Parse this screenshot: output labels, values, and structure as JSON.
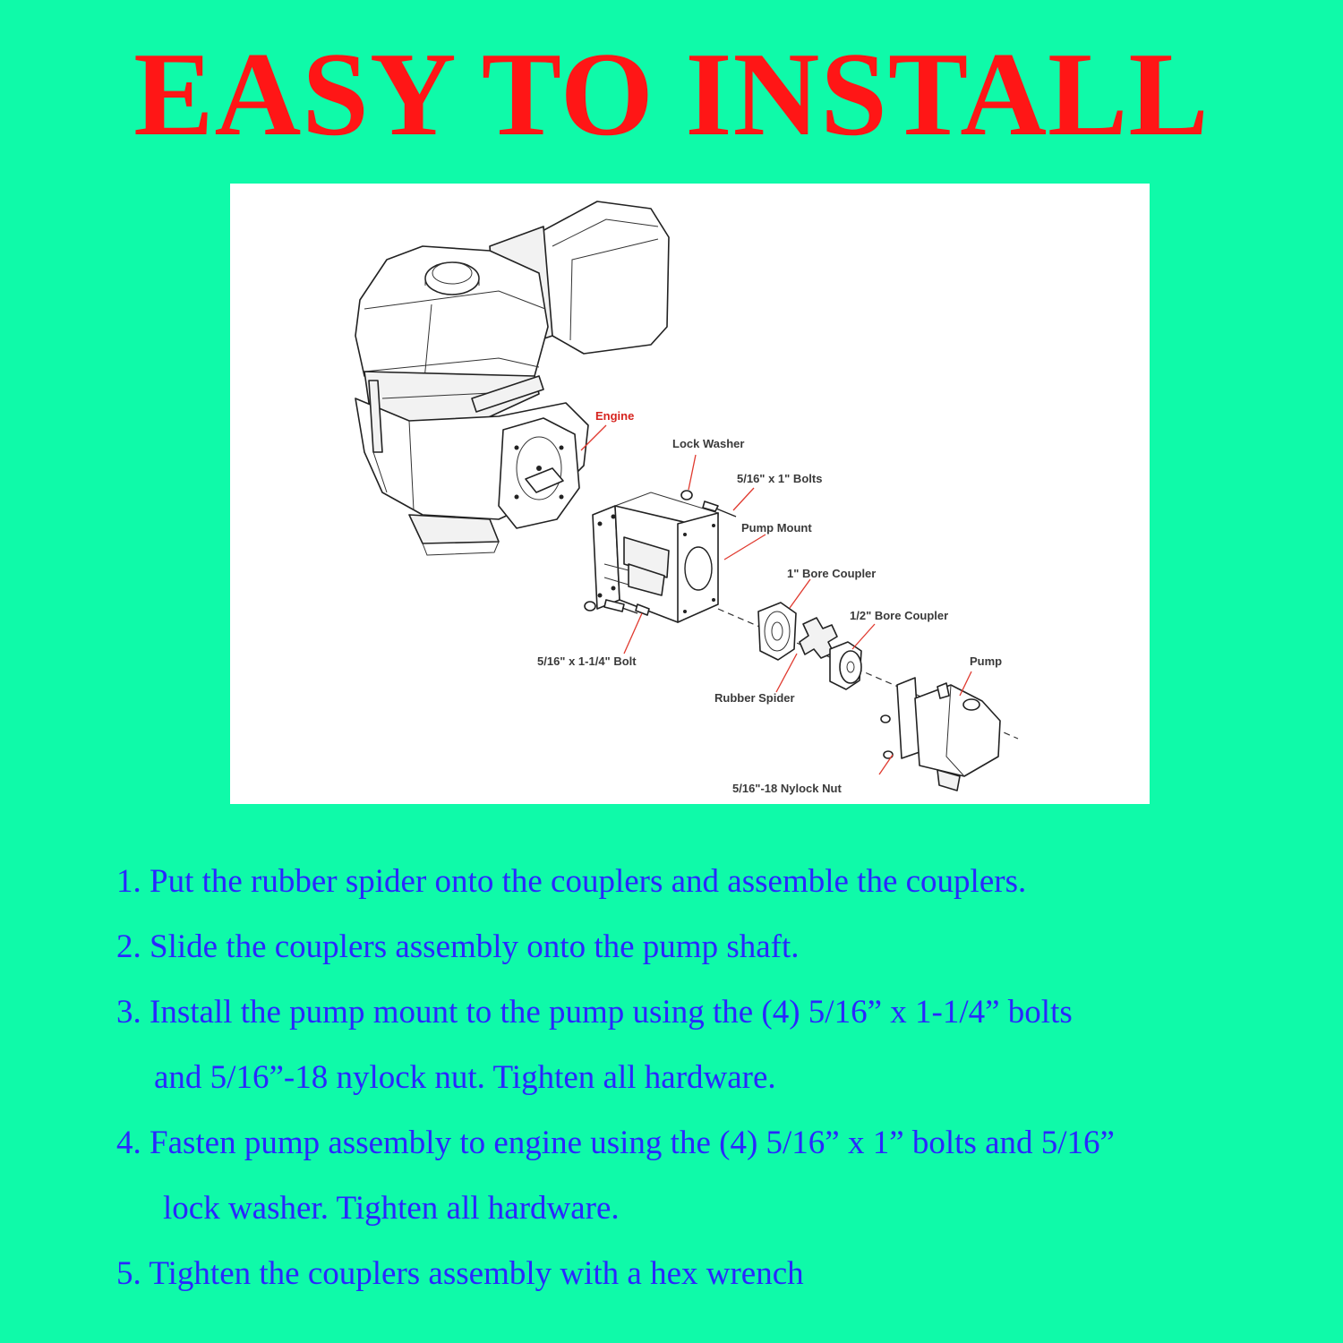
{
  "title": {
    "text": "EASY TO INSTALL",
    "color": "#ff1616"
  },
  "background_color": "#0ffaa9",
  "text_color": "#2a27ff",
  "diagram": {
    "labels": {
      "engine": "Engine",
      "lock_washer": "Lock Washer",
      "bolts_1": "5/16\" x 1\" Bolts",
      "pump_mount": "Pump Mount",
      "bore_1": "1\" Bore Coupler",
      "bore_half": "1/2\" Bore Coupler",
      "bolt_114": "5/16\" x 1-1/4\" Bolt",
      "pump": "Pump",
      "spider": "Rubber Spider",
      "nylock": "5/16\"-18 Nylock Nut"
    }
  },
  "steps": [
    {
      "number": "1.",
      "lines": [
        "Put the rubber spider onto the couplers and assemble the couplers."
      ]
    },
    {
      "number": "2.",
      "lines": [
        "Slide the couplers assembly onto the pump shaft."
      ]
    },
    {
      "number": "3.",
      "lines": [
        "Install the pump mount to the pump using the (4) 5/16” x 1-1/4” bolts",
        "and 5/16”-18 nylock nut. Tighten all hardware."
      ]
    },
    {
      "number": "4.",
      "lines": [
        "Fasten pump assembly to engine using the (4) 5/16” x 1” bolts and 5/16”",
        "lock washer. Tighten all hardware."
      ]
    },
    {
      "number": "5.",
      "lines": [
        "Tighten the couplers assembly with a hex wrench"
      ]
    }
  ]
}
